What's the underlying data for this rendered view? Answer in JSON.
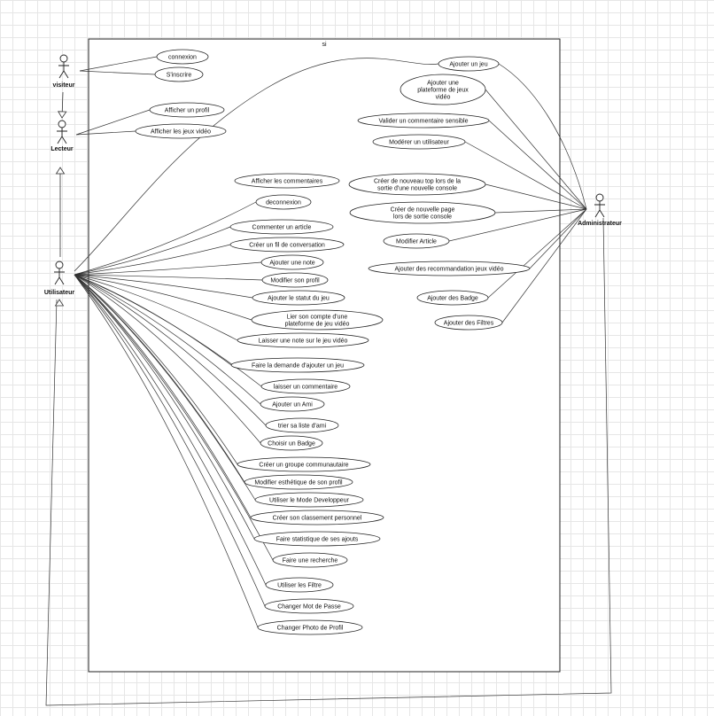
{
  "system": {
    "label": "si"
  },
  "actors": {
    "visiteur": "visiteur",
    "lecteur": "Lecteur",
    "utilisateur": "Utilisateur",
    "administrateur": "Administrateur"
  },
  "use_cases": {
    "visiteur": [
      "connexion",
      "S'inscrire"
    ],
    "lecteur": [
      "Afficher un profil",
      "Afficher les jeux vidéo"
    ],
    "utilisateur": [
      "Afficher les commentaires",
      "deconnexion",
      "Commenter un article",
      "Créer un fil de conversation",
      "Ajouter une note",
      "Modifier son profil",
      "Ajouter le statut du jeu",
      "Lier son compte d'une plateforme de jeu vidéo",
      "Laisser une note sur le jeu vidéo",
      "Faire la demande d'ajouter un jeu",
      "laisser un commentaire",
      "Ajouter un Ami",
      "trier sa liste d'ami",
      "Choisir un Badge",
      "Créer un groupe communautaire",
      "Modifier esthétique de son profil",
      "Utiliser le Mode Developpeur",
      "Créer son classement personnel",
      "Faire statistique de ses ajouts",
      "Faire une recherche",
      "Utiliser les Filtre",
      "Changer Mot de Passe",
      "Changer Photo de Profil"
    ],
    "administrateur": [
      "Ajouter un jeu",
      "Ajouter une plateforme de jeux vidéo",
      "Valider un commentaire sensible",
      "Modérer  un utilisateur",
      "Créer de nouveau top lors de la sortie d'une nouvelle console",
      "Créer de nouvelle page lors de sortie console",
      "Modifier Article",
      "Ajouter des recommandation jeux vidéo",
      "Ajouter des Badge",
      "Ajouter des Filtres"
    ]
  }
}
